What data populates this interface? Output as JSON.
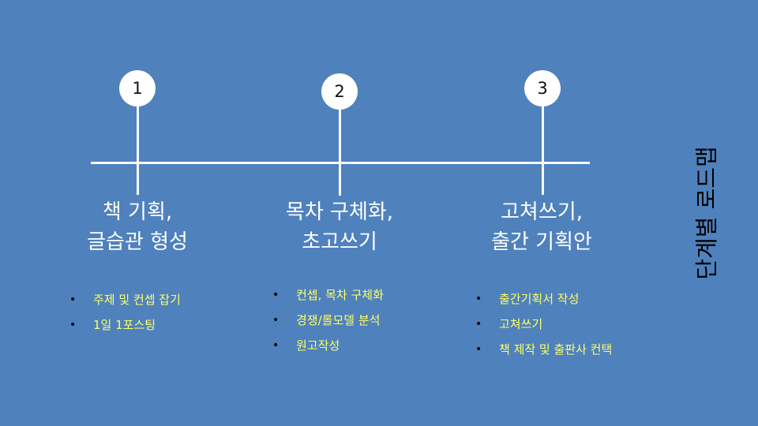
{
  "side_title": "단계별 로드맵",
  "steps": [
    {
      "number": "1",
      "title_lines": [
        "책 기획,",
        "글습관 형성"
      ],
      "bullets": [
        "주제 및 컨셉 잡기",
        "1일 1포스팅"
      ]
    },
    {
      "number": "2",
      "title_lines": [
        "목차 구체화,",
        "초고쓰기"
      ],
      "bullets": [
        "컨셉, 목차 구체화",
        "경쟁/롤모델 분석",
        "원고작성"
      ]
    },
    {
      "number": "3",
      "title_lines": [
        "고쳐쓰기,",
        "출간 기획안"
      ],
      "bullets": [
        "출간기획서 작성",
        "고쳐쓰기",
        "책 제작 및 출판사 컨택"
      ]
    }
  ],
  "colors": {
    "background": "#4f81bd",
    "line": "#ffffff",
    "bullet_text": "#ffff66",
    "title_text": "#ffffff"
  }
}
